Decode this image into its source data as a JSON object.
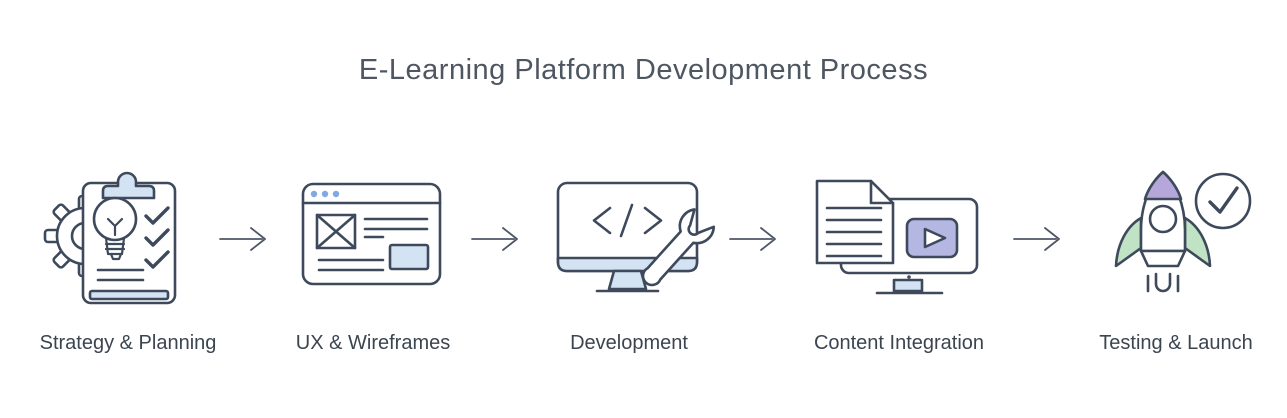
{
  "title": "E-Learning Platform Development Process",
  "steps": [
    {
      "label": "Strategy & Planning",
      "icon": "clipboard-gear-lightbulb-icon"
    },
    {
      "label": "UX & Wireframes",
      "icon": "browser-wireframe-icon"
    },
    {
      "label": "Development",
      "icon": "monitor-code-wrench-icon"
    },
    {
      "label": "Content Integration",
      "icon": "document-video-monitor-icon"
    },
    {
      "label": "Testing & Launch",
      "icon": "rocket-checkmark-icon"
    }
  ],
  "separator_icon": "arrow-right-icon",
  "colors": {
    "outline": "#3e4a5c",
    "title-text": "#4e5761",
    "label-text": "#3b4550",
    "arrow": "#4d5766",
    "light-blue": "#d3e3f4",
    "dot-blue": "#7fa9e0",
    "purple": "#b5a7da",
    "video-purple": "#b4b7e2",
    "green": "#c1e3c5",
    "background": "#ffffff"
  }
}
